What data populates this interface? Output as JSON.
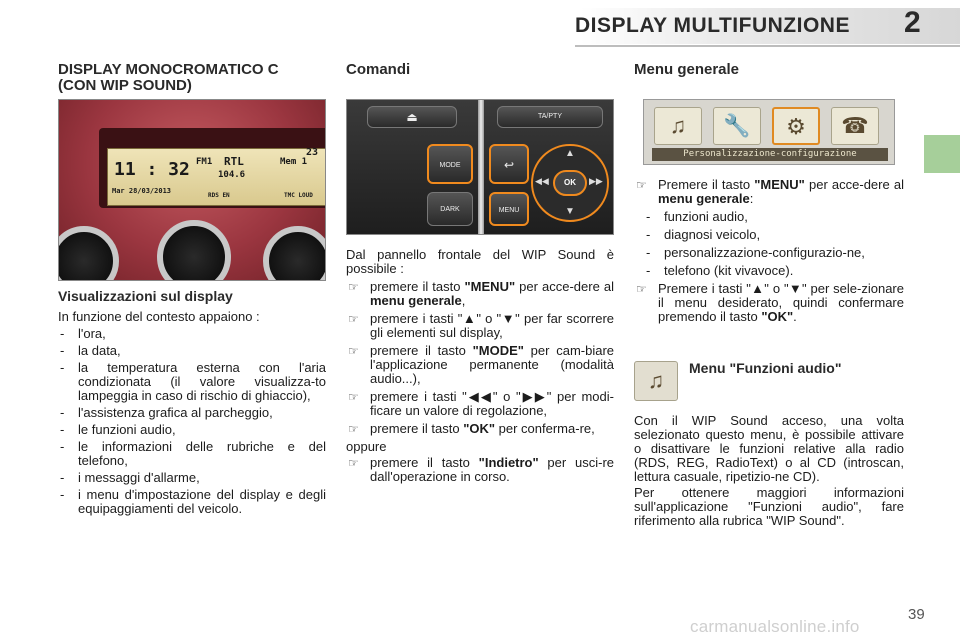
{
  "header": {
    "title": "DISPLAY MULTIFUNZIONE",
    "chapter": "2"
  },
  "page_number": "39",
  "watermark": "carmanualsonline.info",
  "col1": {
    "title_line1": "DISPLAY MONOCROMATICO C",
    "title_line2": "(CON WIP SOUND)",
    "lcd": {
      "time": "11 : 32",
      "station": "RTL",
      "mem": "Mem 1",
      "fm": "FM1",
      "freq": "104.6",
      "date": "Mar 28/03/2013",
      "temp": "23",
      "rds": "RDS EN",
      "tp": "TMC LOUD"
    },
    "subtitle": "Visualizzazioni sul display",
    "intro": "In funzione del contesto appaiono :",
    "items": [
      "l'ora,",
      "la data,",
      "la temperatura esterna con l'aria condizionata (il valore visualizza-to lampeggia in caso di rischio di ghiaccio),",
      "l'assistenza grafica al parcheggio,",
      "le funzioni audio,",
      "le informazioni delle rubriche e del telefono,",
      "i messaggi d'allarme,",
      "i menu d'impostazione del display e degli equipaggiamenti del veicolo."
    ]
  },
  "col2": {
    "title": "Comandi",
    "buttons": {
      "ta": "TA/PTY",
      "mode": "MODE",
      "dark": "DARK",
      "menu": "MENU",
      "ok": "OK"
    },
    "intro": "Dal pannello frontale del WIP Sound è possibile :",
    "bullet1": {
      "a": "premere il tasto ",
      "b": "\"MENU\"",
      "c": " per acce-dere al ",
      "d": "menu generale",
      "e": ","
    },
    "bullet2": "premere i tasti \"▲\" o \"▼\" per far scorrere gli elementi sul display,",
    "bullet3": {
      "a": "premere il tasto ",
      "b": "\"MODE\"",
      "c": " per cam-biare l'applicazione permanente (modalità audio...),"
    },
    "bullet4": "premere i tasti \"◀◀\" o \"▶▶\" per modi-ficare un valore di regolazione,",
    "bullet5": {
      "a": "premere il tasto ",
      "b": "\"OK\"",
      "c": " per conferma-re,"
    },
    "oppure": "oppure",
    "bullet6": {
      "a": "premere il tasto ",
      "b": "\"Indietro\"",
      "c": " per usci-re dall'operazione in corso."
    },
    "bullet_mark": "☞"
  },
  "col3": {
    "title": "Menu generale",
    "menu_bar_label": "Personalizzazione-configurazione",
    "bullet1": {
      "a": "Premere il tasto ",
      "b": "\"MENU\"",
      "c": " per acce-dere al ",
      "d": "menu generale",
      "e": ":"
    },
    "sub_items": [
      "funzioni audio,",
      "diagnosi veicolo,",
      "personalizzazione-configurazio-ne,",
      "telefono (kit vivavoce)."
    ],
    "bullet2": {
      "a": "Premere i tasti \"▲\" o \"▼\" per sele-zionare il menu desiderato, quindi confermare premendo il tasto ",
      "b": "\"OK\"",
      "c": "."
    },
    "audio_title": "Menu \"Funzioni audio\"",
    "para1": "Con il WIP Sound acceso, una volta selezionato questo menu, è possibile attivare o disattivare le funzioni relative alla radio (RDS, REG, RadioText) o al CD (introscan, lettura casuale, ripetizio-ne CD).",
    "para2": "Per ottenere maggiori informazioni sull'applicazione \"Funzioni audio\", fare riferimento alla rubrica \"WIP Sound\"."
  },
  "colors": {
    "tab_green": "#a6cf9a",
    "accent_orange": "#f08a1e"
  }
}
